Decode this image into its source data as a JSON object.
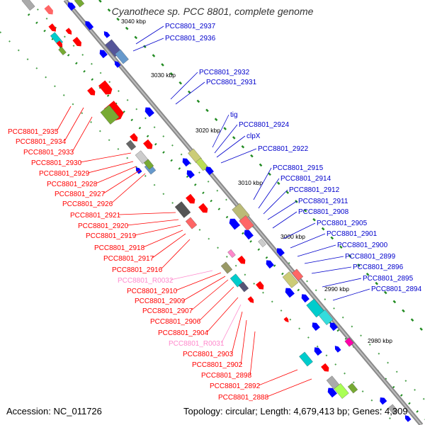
{
  "title": "Cyanothece sp. PCC 8801, complete genome",
  "accession": "Accession: NC_011726",
  "summary": "Topology: circular; Length: 4,679,413 bp; Genes: 4,309",
  "colors": {
    "backbone": "#8a8a8a",
    "forward_gene": "#ff0000",
    "reverse_gene": "#0000ff",
    "label_forward": "#ff0000",
    "label_reverse": "#0000cc",
    "label_rna": "#ff88cc",
    "tick_mark": "#228b22",
    "leader_line": "#ff0000"
  },
  "scale_ticks": [
    "3040 kbp",
    "3030 kbp",
    "3020 kbp",
    "3010 kbp",
    "3000 kbp",
    "2990 kbp",
    "2980 kbp"
  ],
  "right_labels": [
    "PCC8801_2937",
    "PCC8801_2936",
    "PCC8801_2932",
    "PCC8801_2931",
    "tig",
    "PCC8801_2924",
    "clpX",
    "PCC8801_2922",
    "PCC8801_2915",
    "PCC8801_2914",
    "PCC8801_2912",
    "PCC8801_2911",
    "PCC8801_2908",
    "PCC8801_2905",
    "PCC8801_2901",
    "PCC8801_2900",
    "PCC8801_2899",
    "PCC8801_2896",
    "PCC8801_2895",
    "PCC8801_2894"
  ],
  "left_labels": [
    "PCC8801_2935",
    "PCC8801_2934",
    "PCC8801_2933",
    "PCC8801_2930",
    "PCC8801_2929",
    "PCC8801_2928",
    "PCC8801_2927",
    "PCC8801_2926",
    "PCC8801_2921",
    "PCC8801_2920",
    "PCC8801_2919",
    "PCC8801_2918",
    "PCC8801_2917",
    "PCC8801_2916",
    "PCC8801_R0032",
    "PCC8801_2910",
    "PCC8801_2909",
    "PCC8801_2907",
    "PCC8801_2906",
    "PCC8801_2904",
    "PCC8801_R0031",
    "PCC8801_2903",
    "PCC8801_2902",
    "PCC8801_2898",
    "PCC8801_2892",
    "PCC8801_2888"
  ],
  "rna_labels": [
    "PCC8801_R0032",
    "PCC8801_R0031"
  ]
}
